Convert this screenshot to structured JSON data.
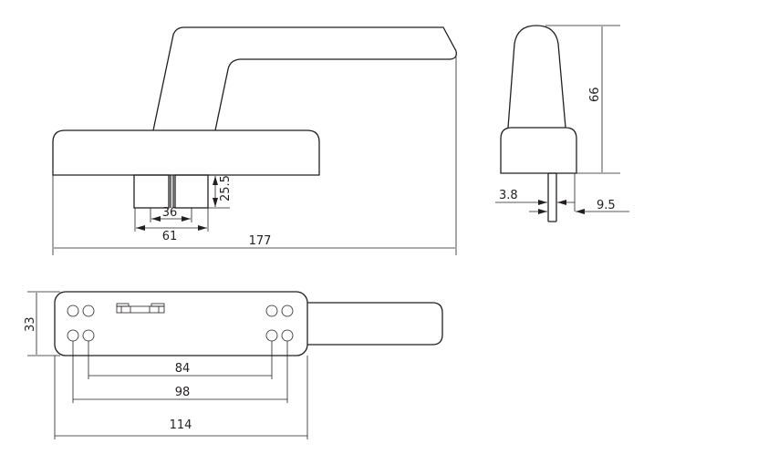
{
  "drawing": {
    "side_view": {
      "dim_length": "177",
      "dim_spindle_height": "25.5",
      "dim_inner": "36",
      "dim_outer": "61"
    },
    "end_view": {
      "dim_height": "66",
      "dim_spindle": "3.8",
      "dim_offset": "9.5"
    },
    "bottom_view": {
      "dim_width": "33",
      "dim_holes_inner": "84",
      "dim_holes_outer": "98",
      "dim_base_length": "114"
    }
  }
}
